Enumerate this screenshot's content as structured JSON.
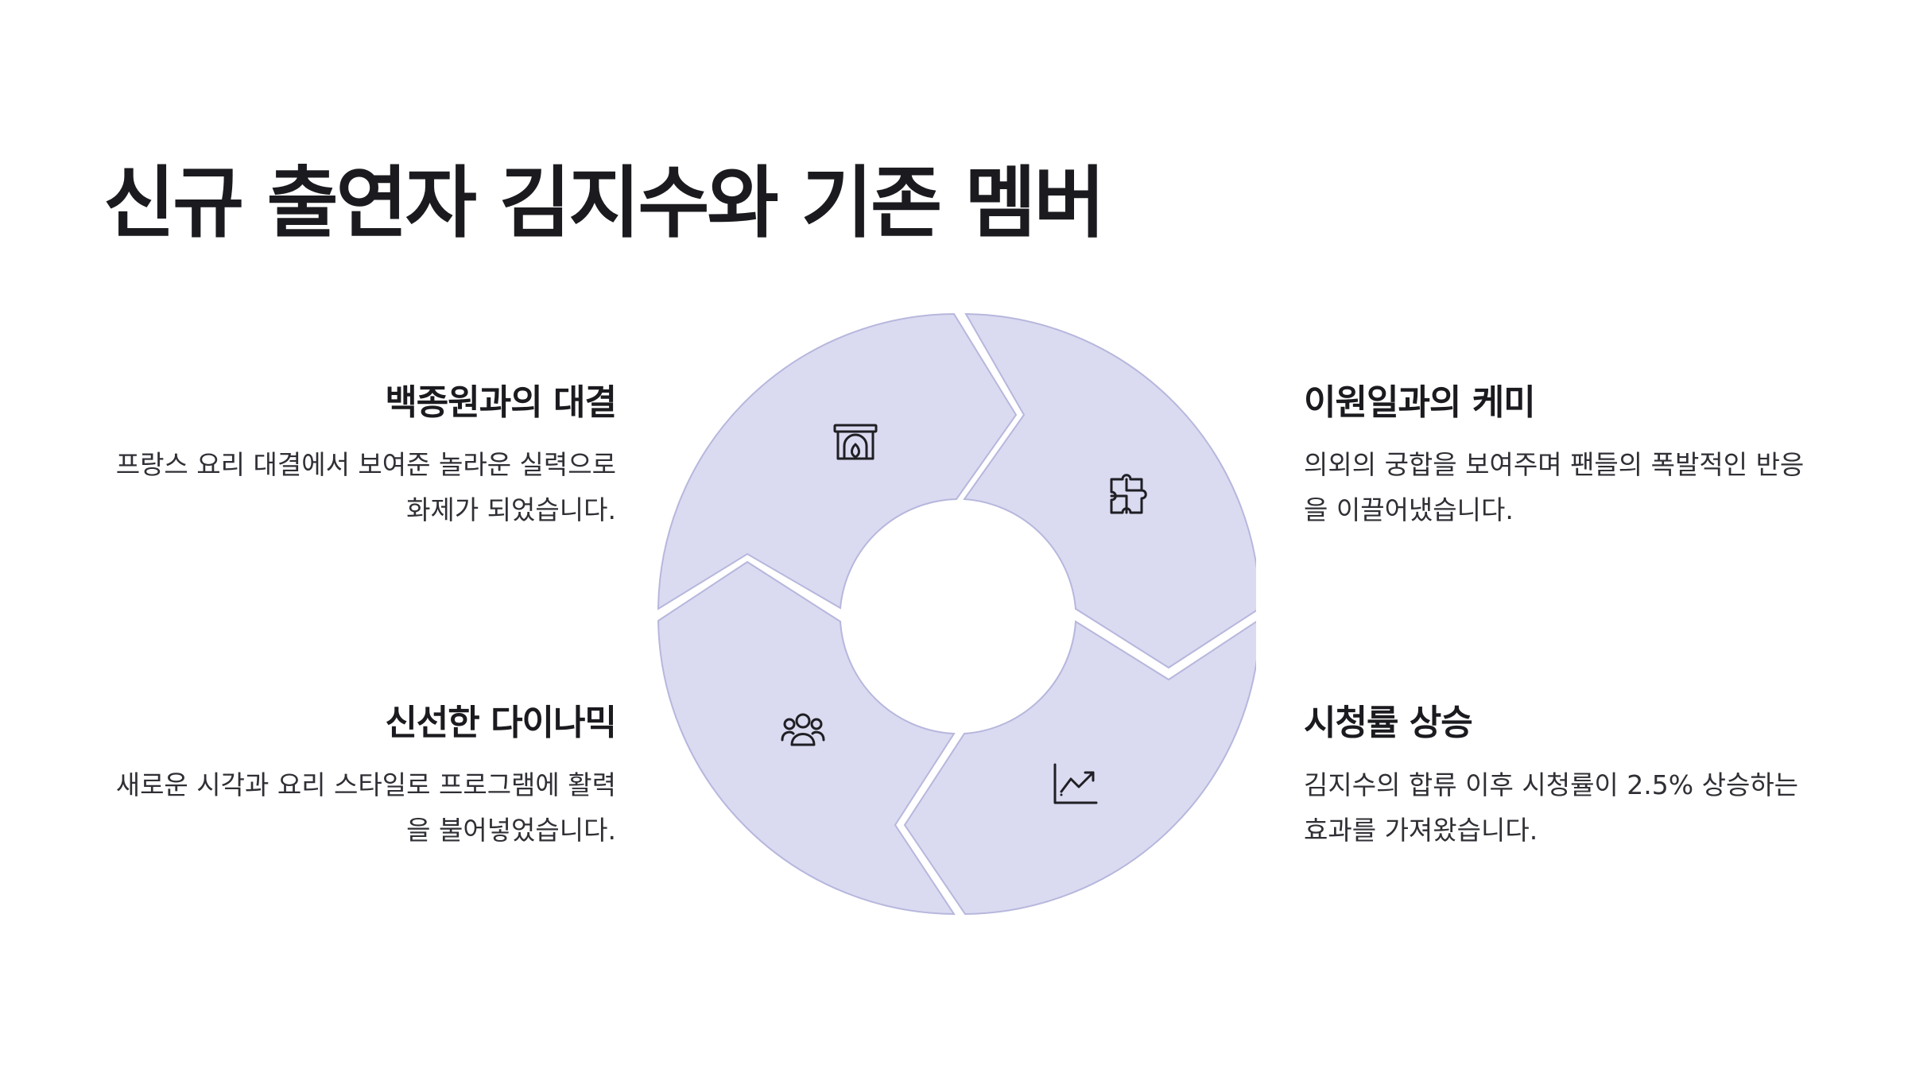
{
  "title": "신규 출연자 김지수와 기존 멤버",
  "items": [
    {
      "title": "백종원과의 대결",
      "description": "프랑스 요리 대결에서 보여준 놀라운 실력으로 화제가 되었습니다.",
      "icon": "fireplace-icon"
    },
    {
      "title": "이원일과의 케미",
      "description": "의외의 궁합을 보여주며 팬들의 폭발적인 반응을 이끌어냈습니다.",
      "icon": "puzzle-icon"
    },
    {
      "title": "신선한 다이나믹",
      "description": "새로운 시각과 요리 스타일로 프로그램에 활력을 불어넣었습니다.",
      "icon": "people-group-icon"
    },
    {
      "title": "시청률 상승",
      "description": "김지수의 합류 이후 시청률이 2.5% 상승하는 효과를 가져왔습니다.",
      "icon": "trend-chart-icon"
    }
  ],
  "colors": {
    "segment_fill": "#dadaf1",
    "segment_stroke": "#b7b7dd",
    "text": "#1b1b1f"
  }
}
